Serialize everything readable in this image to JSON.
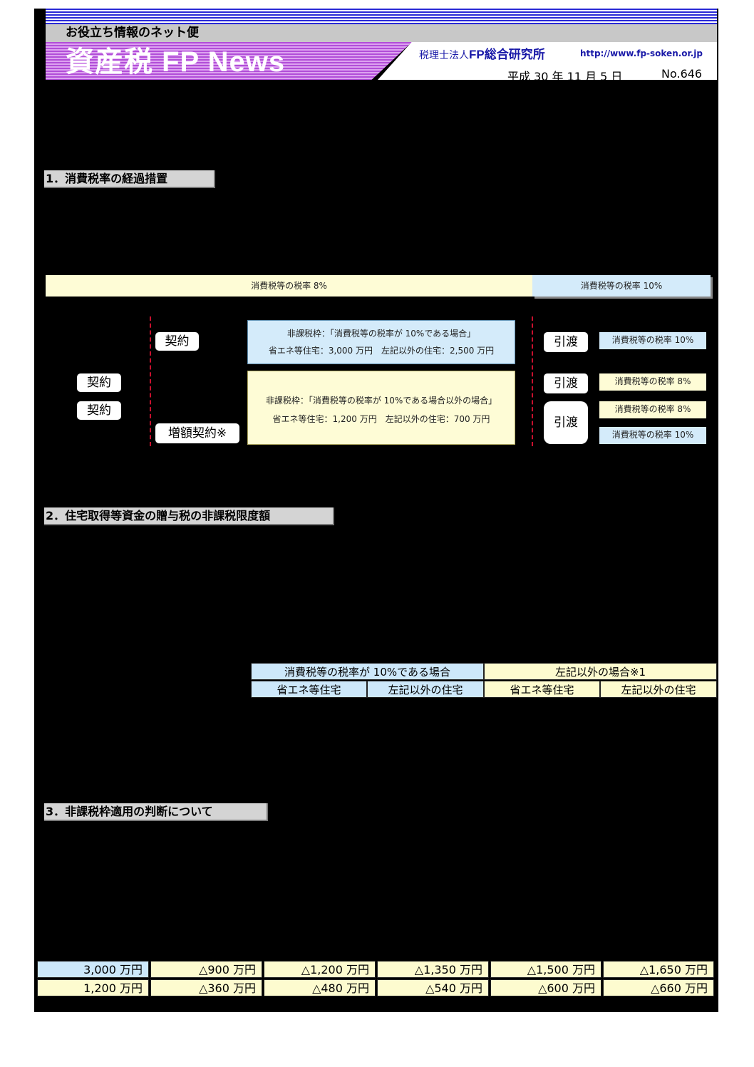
{
  "header": {
    "tagline": "お役立ち情報のネット便",
    "title": "資産税 FP News",
    "firm_prefix": "税理士法人",
    "firm_name": "FP総合研究所",
    "url": "http://www.fp-soken.or.jp",
    "date": "平成 30 年 11 月 5 日",
    "issue_no": "No.646"
  },
  "sections": [
    {
      "label": "1．消費税率の経過措置"
    },
    {
      "label": "2．住宅取得等資金の贈与税の非課税限度額"
    },
    {
      "label": "3．非課税枠適用の判断について"
    }
  ],
  "timeline": {
    "period_8": "消費税等の税率 8%",
    "period_10": "消費税等の税率 10%",
    "contract_label": "契約",
    "increase_contract_label": "増額契約※",
    "delivery_label": "引渡",
    "box_10": {
      "line1": "非課税枠：「消費税等の税率が 10%である場合」",
      "line2": "省エネ等住宅：3,000 万円　左記以外の住宅：2,500 万円"
    },
    "box_other": {
      "line1": "非課税枠：「消費税等の税率が 10%である場合以外の場合」",
      "line2": "省エネ等住宅：1,200 万円　左記以外の住宅：700 万円"
    },
    "rates": [
      "消費税等の税率 10%",
      "消費税等の税率 8%",
      "消費税等の税率 8%",
      "消費税等の税率 10%"
    ]
  },
  "table2": {
    "group_headers": [
      "消費税等の税率が 10%である場合",
      "左記以外の場合※1"
    ],
    "sub_headers": [
      "省エネ等住宅",
      "左記以外の住宅",
      "省エネ等住宅",
      "左記以外の住宅"
    ]
  },
  "table3": {
    "rows": [
      [
        "3,000 万円",
        "△900 万円",
        "△1,200 万円",
        "△1,350 万円",
        "△1,500 万円",
        "△1,650 万円"
      ],
      [
        "1,200 万円",
        "△360 万円",
        "△480 万円",
        "△540 万円",
        "△600 万円",
        "△660 万円"
      ]
    ]
  }
}
